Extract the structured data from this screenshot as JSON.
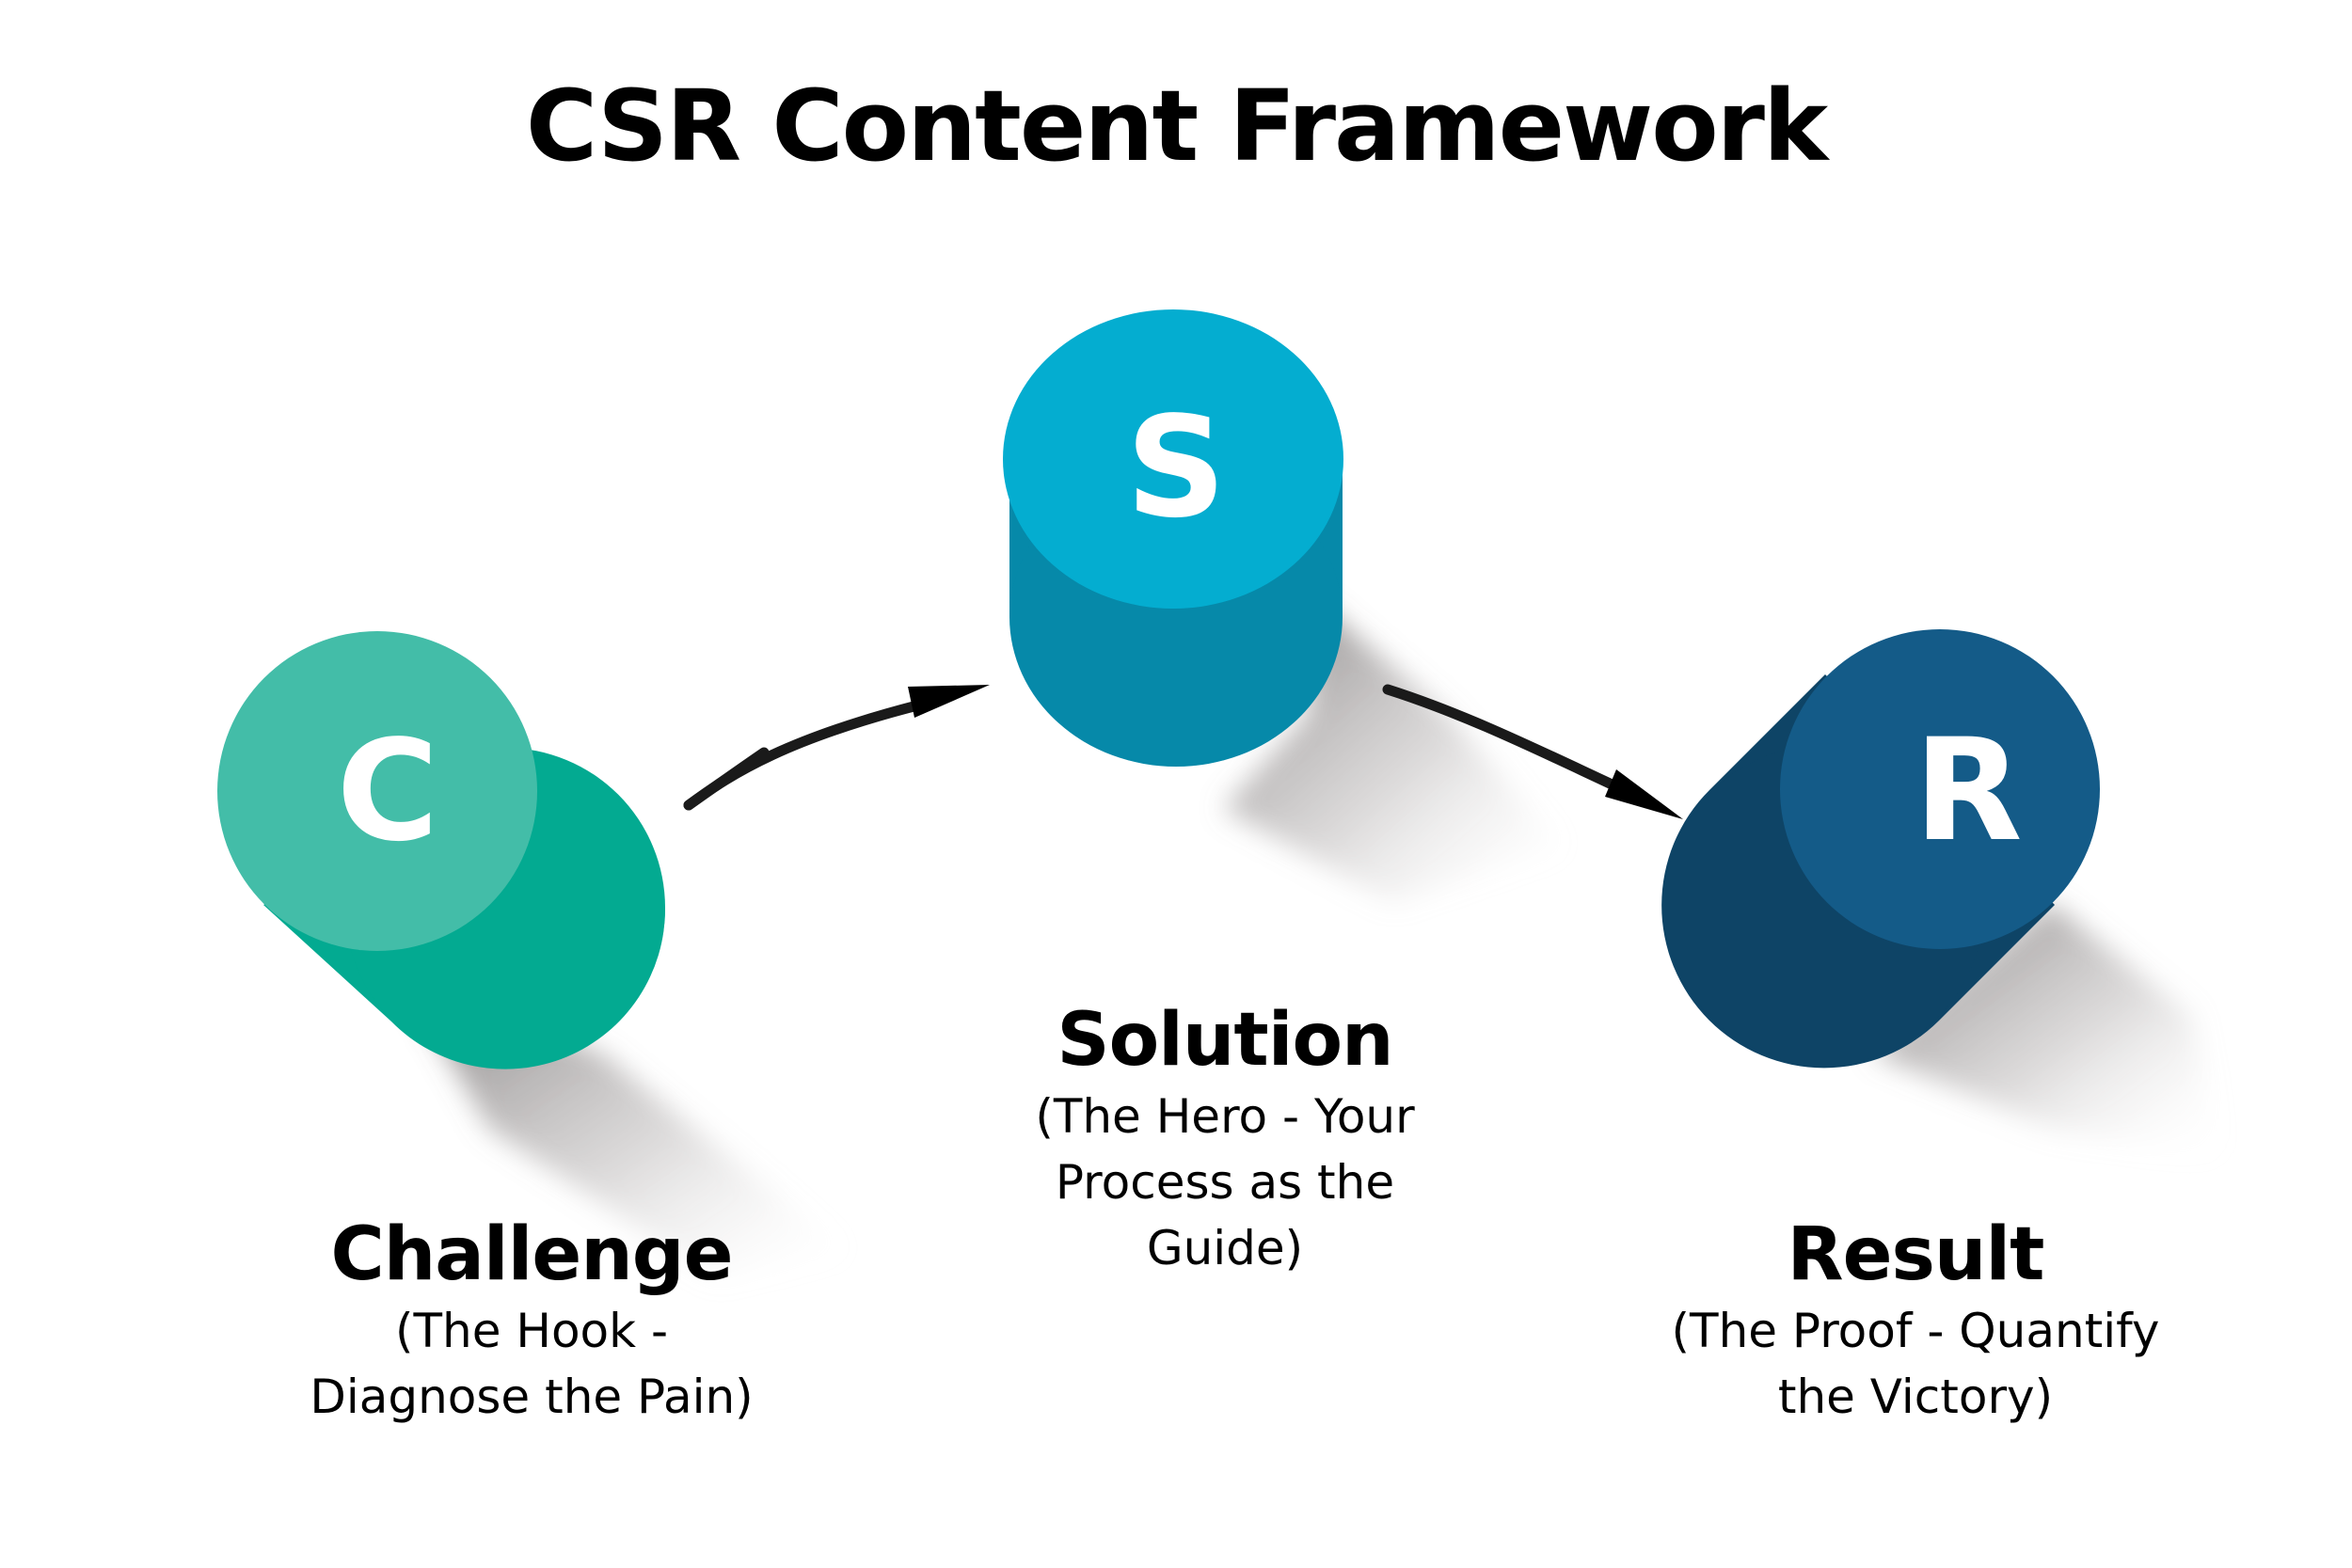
{
  "title": "CSR Content Framework",
  "steps": [
    {
      "letter": "C",
      "name": "Challenge",
      "desc_lines": [
        "(The Hook -",
        "Diagnose the Pain)"
      ],
      "cap_color": "#43BDA8",
      "body_color": "#03AA91"
    },
    {
      "letter": "S",
      "name": "Solution",
      "desc_lines": [
        "(The Hero - Your",
        "Process as the",
        "Guide)"
      ],
      "cap_color": "#04ADD0",
      "body_color": "#0689A9"
    },
    {
      "letter": "R",
      "name": "Result",
      "desc_lines": [
        "(The Proof - Quantify",
        "the Victory)"
      ],
      "cap_color": "#145B88",
      "body_color": "#0E4466"
    }
  ],
  "arrows": [
    {
      "from": "Challenge",
      "to": "Solution",
      "icon": "curved-arrow-up-right"
    },
    {
      "from": "Solution",
      "to": "Result",
      "icon": "curved-arrow-down-right"
    }
  ],
  "colors": {
    "text": "#000000",
    "arrow": "#1a1a1a",
    "background": "#ffffff"
  }
}
